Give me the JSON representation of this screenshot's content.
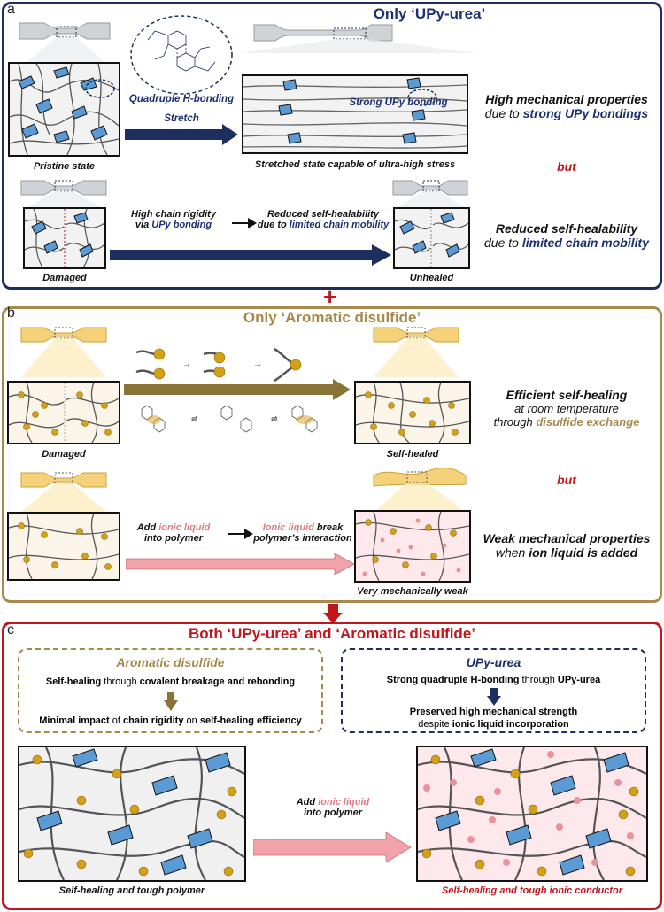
{
  "panel_a": {
    "label": "a",
    "title": "Only ‘UPy-urea’",
    "quadruple_label": "Quadruple H-bonding",
    "stretch_label": "Stretch",
    "strong_bond_label": "Strong UPy bonding",
    "pristine_caption": "Pristine state",
    "stretched_caption": "Stretched state capable of ultra-high stress",
    "result1_line1": "High mechanical properties",
    "result1_line2_pre": "due to ",
    "result1_line2_em": "strong UPy bondings",
    "but": "but",
    "rigidity_line1": "High chain rigidity",
    "rigidity_line2_pre": "via ",
    "rigidity_line2_em": "UPy bonding",
    "reduced_line1": "Reduced self-healability",
    "reduced_line2_pre": "due to ",
    "reduced_line2_em": "limited chain mobility",
    "damaged_caption": "Damaged",
    "unhealed_caption": "Unhealed",
    "result2_line1": "Reduced self-healability",
    "result2_line2_pre": "due to ",
    "result2_line2_em": "limited chain mobility"
  },
  "plus_sign": "+",
  "panel_b": {
    "label": "b",
    "title": "Only ‘Aromatic disulfide’",
    "damaged_caption": "Damaged",
    "selfhealed_caption": "Self-healed",
    "result1_line1": "Efficient self-healing",
    "result1_line2": "at room temperature",
    "result1_line3_pre": "through ",
    "result1_line3_em": "disulfide exchange",
    "but": "but",
    "add_line1_pre": "Add ",
    "add_line1_em": "ionic liquid",
    "add_line2": "into polymer",
    "break_line1_em": "Ionic liquid",
    "break_line1_post": " break",
    "break_line2": "polymer’s interaction",
    "weak_caption": "Very mechanically weak",
    "result2_line1": "Weak mechanical properties",
    "result2_line2_pre": "when ",
    "result2_line2_em": "ion liquid is added"
  },
  "panel_c": {
    "label": "c",
    "title": "Both  ‘UPy-urea’ and ‘Aromatic disulfide’",
    "aromatic_title": "Aromatic disulfide",
    "aromatic_line1_a": "Self-healing",
    "aromatic_line1_b": " through ",
    "aromatic_line1_c": "covalent breakage and rebonding",
    "aromatic_line2_a": "Minimal impact",
    "aromatic_line2_b": " of ",
    "aromatic_line2_c": "chain rigidity",
    "aromatic_line2_d": " on ",
    "aromatic_line2_e": "self-healing efficiency",
    "upy_title": "UPy-urea",
    "upy_line1_a": "Strong quadruple H-bonding",
    "upy_line1_b": " through ",
    "upy_line1_c": "UPy-urea",
    "upy_line2_a": "Preserved high mechanical strength",
    "upy_line3_a": "despite ",
    "upy_line3_b": "ionic liquid incorporation",
    "add_line1_pre": "Add ",
    "add_line1_em": "ionic liquid",
    "add_line2": "into polymer",
    "left_caption": "Self-healing and tough polymer",
    "right_caption": "Self-healing and tough ionic conductor"
  },
  "colors": {
    "navy": "#1c2f5e",
    "gold": "#a8884b",
    "red": "#c0161c",
    "pink": "#e07a84",
    "upy_block": "#5b9bd5",
    "sulfide_ball": "#d4a017"
  }
}
